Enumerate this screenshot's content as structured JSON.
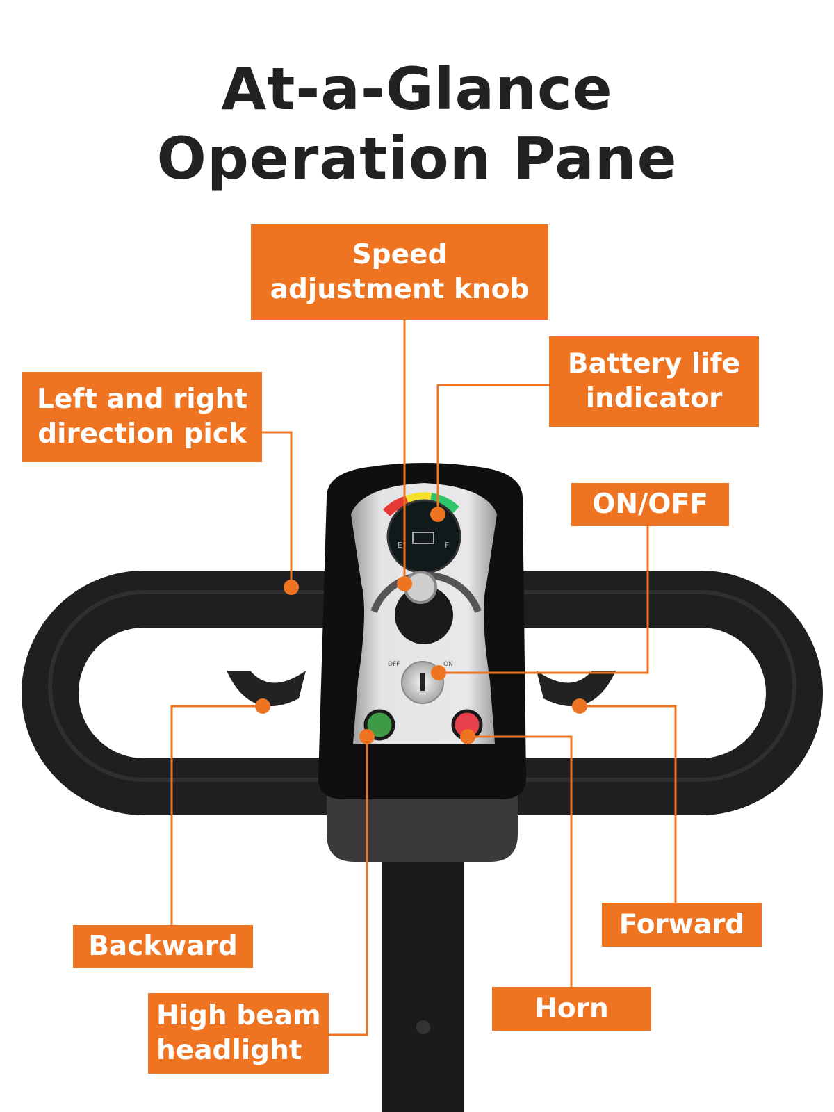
{
  "title": {
    "line1": "At-a-Glance",
    "line2": "Operation Pane"
  },
  "accent_color": "#ee7421",
  "labels": {
    "speed": {
      "line1": "Speed",
      "line2": "adjustment knob"
    },
    "battery": {
      "line1": "Battery life",
      "line2": "indicator"
    },
    "direction": {
      "line1": "Left and right",
      "line2": "direction pick"
    },
    "onoff": {
      "line1": "ON/OFF"
    },
    "forward": {
      "line1": "Forward"
    },
    "backward": {
      "line1": "Backward"
    },
    "horn": {
      "line1": "Horn"
    },
    "headlight": {
      "line1": "High beam",
      "line2": "headlight"
    }
  },
  "panel": {
    "off": "OFF",
    "on": "ON",
    "empty": "E",
    "full": "F"
  }
}
